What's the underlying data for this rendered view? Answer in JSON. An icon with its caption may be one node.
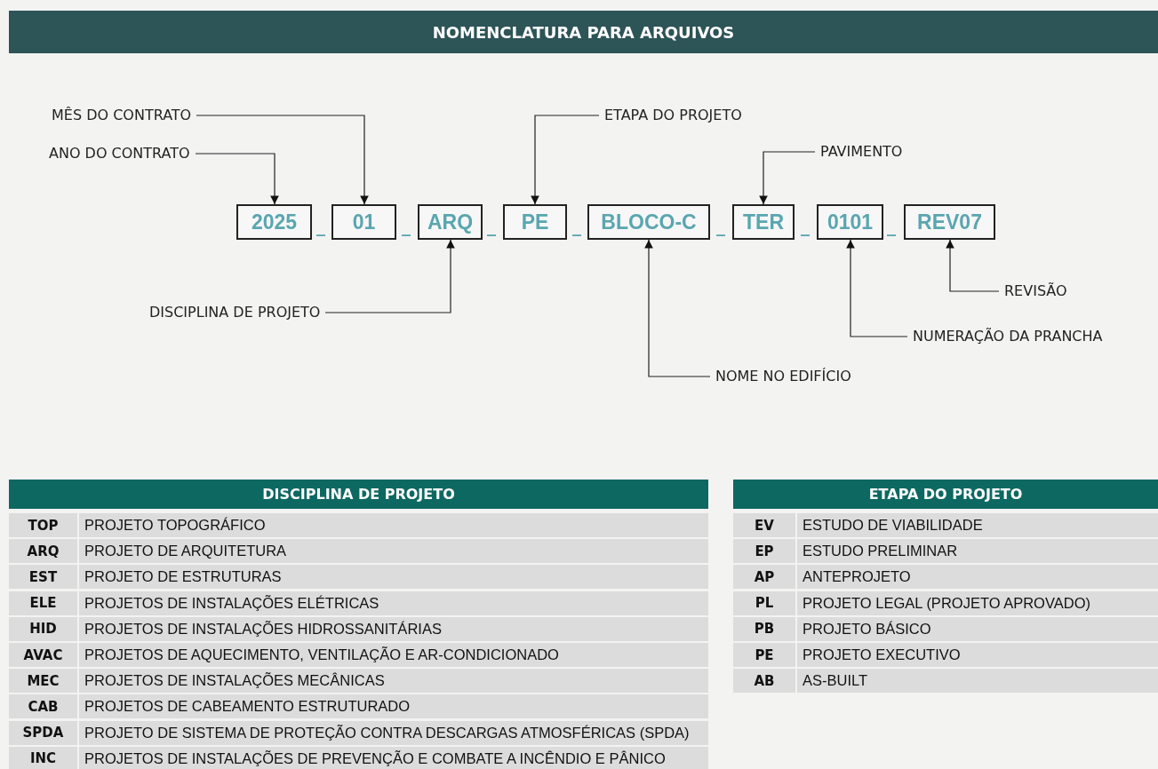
{
  "diagram": {
    "title": "NOMENCLATURA PARA ARQUIVOS",
    "nodes": [
      {
        "text": [
          "MÊS DO CONTRATO"
        ]
      },
      {
        "text": [
          "ETAPA DO PROJETO"
        ]
      },
      {
        "text": [
          "PAVIMENTO"
        ]
      },
      {
        "text": [
          "ANO DO CONTRATO"
        ]
      },
      {
        "text": [
          "2025"
        ]
      },
      {
        "text": [
          "01"
        ]
      },
      {
        "text": [
          "ARQ"
        ]
      },
      {
        "text": [
          "PE"
        ]
      },
      {
        "text": [
          "BLOCO-C"
        ]
      },
      {
        "text": [
          "TER"
        ]
      },
      {
        "text": [
          "0101"
        ]
      },
      {
        "text": [
          "REV07"
        ]
      },
      {
        "text": [
          "REVISÃO"
        ]
      },
      {
        "text": [
          "DISCIPLINA DE PROJETO"
        ]
      },
      {
        "text": [
          "NUMERAÇÃO DA PRANCHA"
        ]
      },
      {
        "text": [
          "NOME NO EDIFÍCIO"
        ]
      }
    ],
    "edges": [
      {
        "from": 0,
        "to": 5,
        "arrow": "to"
      },
      {
        "from": 1,
        "to": 7,
        "arrow": "to"
      },
      {
        "from": 2,
        "to": 9,
        "arrow": "to"
      },
      {
        "from": 3,
        "to": 4,
        "arrow": "to"
      },
      {
        "from": 12,
        "to": 11,
        "arrow": "to"
      },
      {
        "from": 13,
        "to": 6,
        "arrow": "to"
      },
      {
        "from": 14,
        "to": 10,
        "arrow": "to"
      },
      {
        "from": 15,
        "to": 8,
        "arrow": "to"
      }
    ],
    "labels": [
      "_",
      "_",
      "_",
      "_",
      "_",
      "_",
      "_",
      "DISCIPLINA DE PROJETO",
      "TOP",
      "PROJETO TOPOGRÁFICO",
      "ARQ",
      "PROJETO DE ARQUITETURA",
      "EST",
      "PROJETO DE ESTRUTURAS",
      "ELE",
      "PROJETOS DE INSTALAÇÕES ELÉTRICAS",
      "HID",
      "PROJETOS DE INSTALAÇÕES HIDROSSANITÁRIAS",
      "AVAC",
      "PROJETOS DE AQUECIMENTO, VENTILAÇÃO E AR-CONDICIONADO",
      "MEC",
      "PROJETOS DE INSTALAÇÕES MECÂNICAS",
      "CAB",
      "PROJETOS DE CABEAMENTO ESTRUTURADO",
      "SPDA",
      "PROJETO DE SISTEMA DE PROTEÇÃO CONTRA DESCARGAS ATMOSFÉRICAS (SPDA)",
      "INC",
      "PROJETOS DE INSTALAÇÕES DE PREVENÇÃO E COMBATE A INCÊNDIO E PÂNICO",
      "ETAPA DO PROJETO",
      "EV",
      "ESTUDO DE VIABILIDADE",
      "EP",
      "ESTUDO PRELIMINAR",
      "AP",
      "ANTEPROJETO",
      "PL",
      "PROJETO LEGAL (PROJETO APROVADO)",
      "PB",
      "PROJETO BÁSICO",
      "PE",
      "PROJETO EXECUTIVO",
      "AB",
      "AS-BUILT"
    ]
  }
}
